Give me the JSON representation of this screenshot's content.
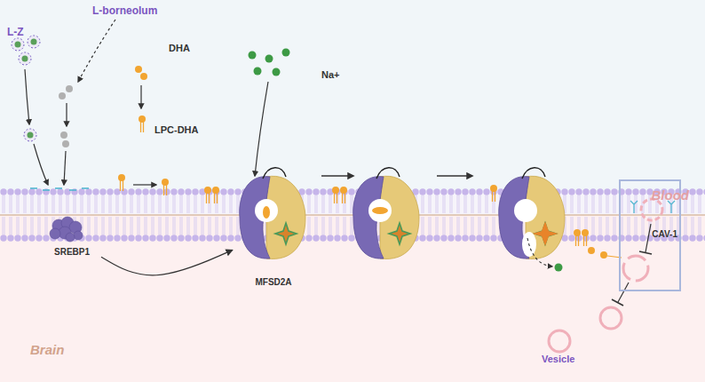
{
  "diagram": {
    "nodes": [
      {
        "text": [
          "Blood"
        ]
      },
      {
        "text": [
          "Brain"
        ]
      },
      {
        "text": [
          "SREBP1"
        ],
        "in": 1
      },
      {
        "text": [
          "MFSD2A"
        ]
      },
      {
        "text": [
          "CAV-1"
        ]
      }
    ],
    "edges": [
      {
        "from": 2,
        "to": 3,
        "arrow": "to"
      }
    ],
    "labels": [
      "L-Z",
      "L-borneolum",
      "DHA",
      "LPC-DHA",
      "Na+",
      "Vesicle"
    ]
  }
}
